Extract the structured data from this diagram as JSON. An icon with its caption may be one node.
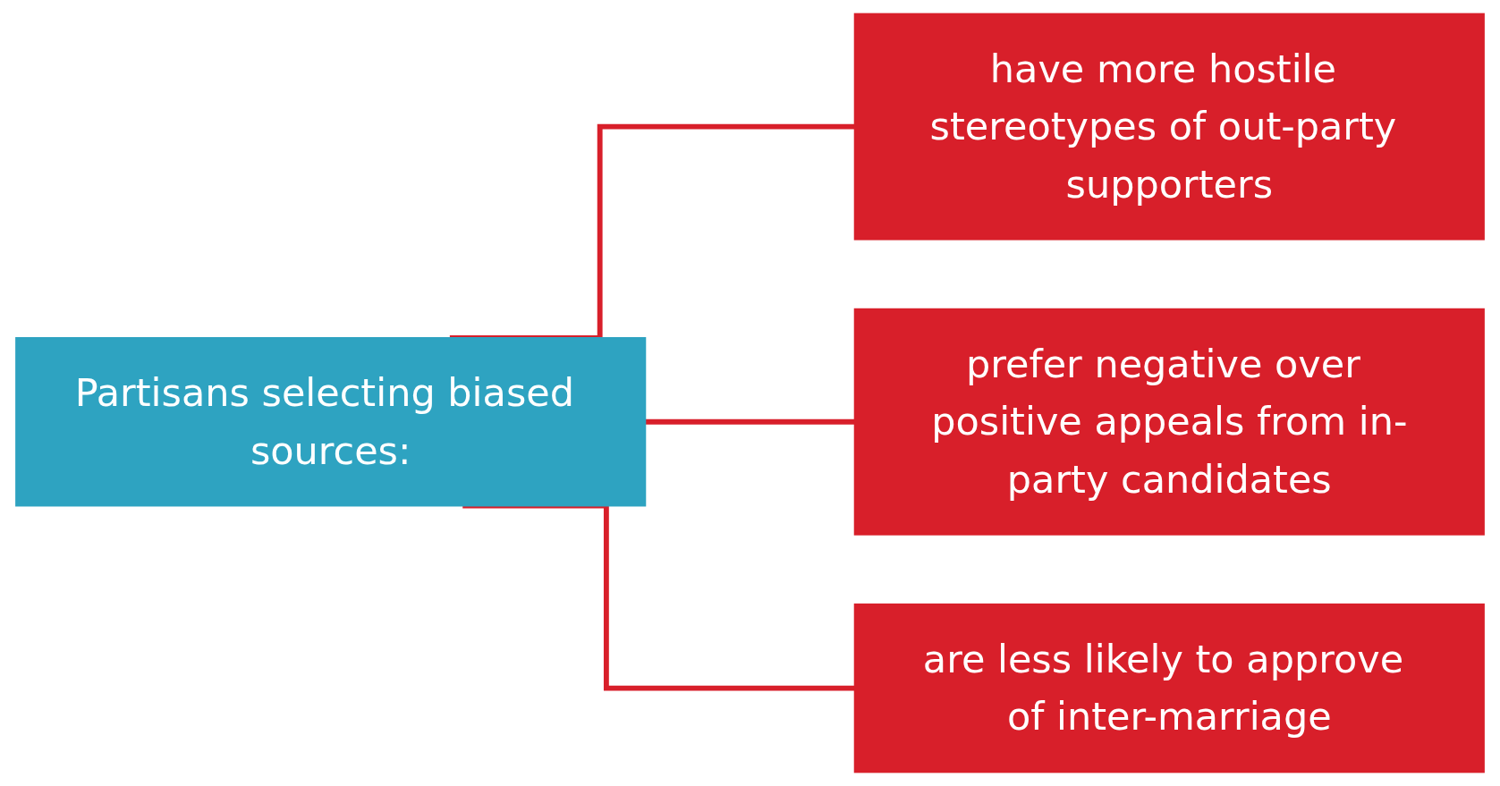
{
  "diagram": {
    "nodes": [
      {
        "text": [
          "Partisans selecting biased sources:"
        ]
      },
      {
        "text": [
          "have more hostile stereotypes of out-party supporters"
        ]
      },
      {
        "text": [
          "prefer negative over positive appeals from in-party candidates"
        ]
      },
      {
        "text": [
          "are less likely to approve of inter-marriage"
        ]
      }
    ],
    "edges": [
      {
        "from": 0,
        "to": 1,
        "arrow": "none"
      },
      {
        "from": 0,
        "to": 2,
        "arrow": "none"
      },
      {
        "from": 0,
        "to": 3,
        "arrow": "none"
      }
    ]
  }
}
